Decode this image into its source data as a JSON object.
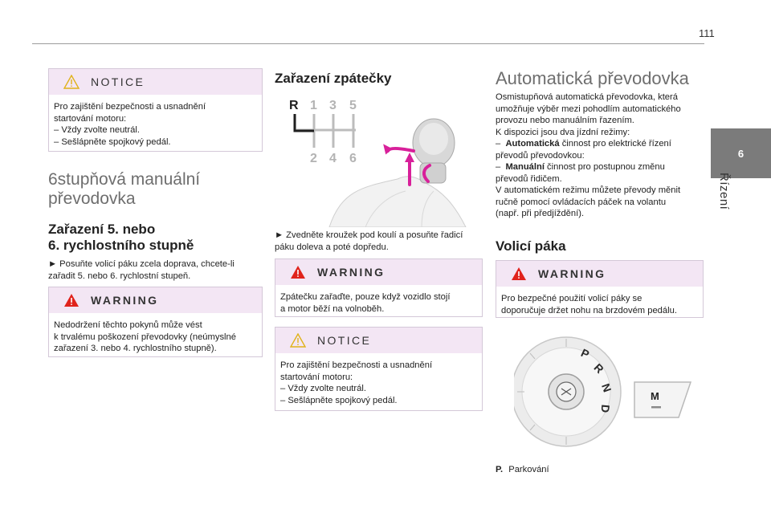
{
  "page": {
    "number": "111"
  },
  "side_tab": {
    "number": "6",
    "label": "Řízení"
  },
  "col1": {
    "notice": {
      "title": "NOTICE",
      "lines": [
        "Pro zajištění bezpečnosti a usnadnění",
        "startování motoru:",
        "–  Vždy zvolte neutrál.",
        "–  Sešlápněte spojkový pedál."
      ]
    },
    "section_title_1": "6stupňová manuální",
    "section_title_2": "převodovka",
    "sub_title_1": "Zařazení 5. nebo",
    "sub_title_2": "6. rychlostního stupně",
    "instruction_lines": [
      "►  Posuňte volicí páku zcela doprava, chcete-li",
      "zařadit 5. nebo 6. rychlostní stupeň."
    ],
    "warning": {
      "title": "WARNING",
      "lines": [
        "Nedodržení těchto pokynů může vést",
        "k trvalému poškození převodovky (neúmyslné",
        "zařazení 3. nebo 4. rychlostního stupně)."
      ]
    }
  },
  "col2": {
    "title": "Zařazení zpátečky",
    "gear_labels": {
      "r": "R",
      "g1": "1",
      "g3": "3",
      "g5": "5",
      "g2": "2",
      "g4": "4",
      "g6": "6"
    },
    "instruction_lines": [
      "►  Zvedněte kroužek pod koulí a posuňte řadicí",
      "páku doleva a poté dopředu."
    ],
    "warning": {
      "title": "WARNING",
      "lines": [
        "Zpátečku zařaďte, pouze když vozidlo stojí",
        "a motor běží na volnoběh."
      ]
    },
    "notice": {
      "title": "NOTICE",
      "lines": [
        "Pro zajištění bezpečnosti a usnadnění",
        "startování motoru:",
        "–  Vždy zvolte neutrál.",
        "–  Sešlápněte spojkový pedál."
      ]
    }
  },
  "col3": {
    "title": "Automatická převodovka",
    "para": {
      "l1": "Osmistupňová automatická převodovka, která",
      "l2": "umožňuje výběr mezi pohodlím automatického",
      "l3": "provozu nebo manuálním řazením.",
      "l4": "K dispozici jsou dva jízdní režimy:",
      "l5_dash": "–  ",
      "l5_bold": "Automatická",
      "l5_rest": " činnost pro elektrické řízení",
      "l6": "převodů převodovkou:",
      "l7_dash": "–  ",
      "l7_bold": "Manuální",
      "l7_rest": " činnost pro postupnou změnu",
      "l8": "převodů řidičem.",
      "l9": "V automatickém režimu můžete převody měnit",
      "l10": "ručně pomocí ovládacích páček na volantu",
      "l11": "(např. při předjíždění)."
    },
    "subtitle": "Volicí páka",
    "warning": {
      "title": "WARNING",
      "lines": [
        "Pro bezpečné použití volicí páky se",
        "doporučuje držet nohu na brzdovém pedálu."
      ]
    },
    "dial_letters": {
      "p": "P",
      "r": "R",
      "n": "N",
      "d": "D"
    },
    "m_button": "M",
    "legend_key": "P.",
    "legend_value": "Parkování"
  },
  "colors": {
    "box_header": "#f3e6f4",
    "heading_gray": "#6e6e6e",
    "arrow": "#d8209a",
    "tab": "#7b7b7b"
  }
}
